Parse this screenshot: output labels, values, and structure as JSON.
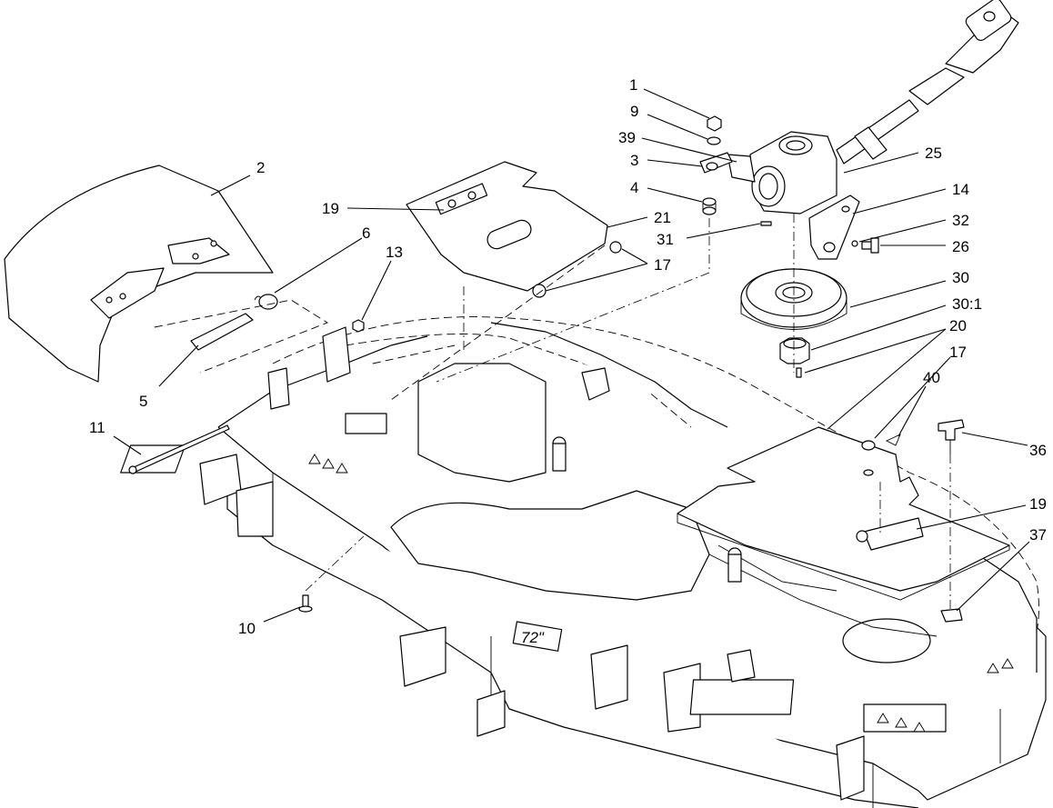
{
  "callouts": [
    {
      "label": "1"
    },
    {
      "label": "9"
    },
    {
      "label": "39"
    },
    {
      "label": "3"
    },
    {
      "label": "4"
    },
    {
      "label": "25"
    },
    {
      "label": "14"
    },
    {
      "label": "32"
    },
    {
      "label": "26"
    },
    {
      "label": "31"
    },
    {
      "label": "2"
    },
    {
      "label": "19"
    },
    {
      "label": "21"
    },
    {
      "label": "17"
    },
    {
      "label": "6"
    },
    {
      "label": "13"
    },
    {
      "label": "30"
    },
    {
      "label": "30:1"
    },
    {
      "label": "20"
    },
    {
      "label": "17"
    },
    {
      "label": "40"
    },
    {
      "label": "36"
    },
    {
      "label": "5"
    },
    {
      "label": "11"
    },
    {
      "label": "19"
    },
    {
      "label": "37"
    },
    {
      "label": "10"
    }
  ],
  "deck_decal": "72\""
}
